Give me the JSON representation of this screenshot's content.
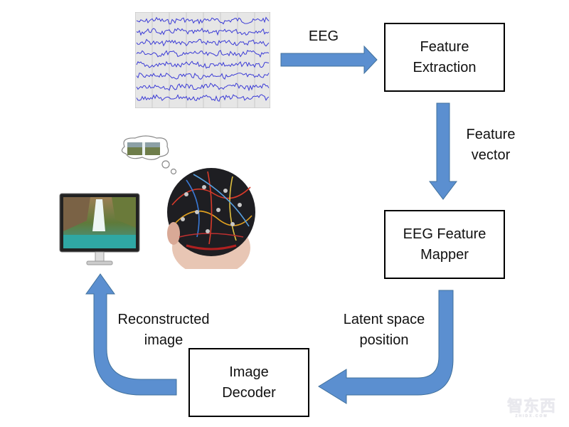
{
  "boxes": {
    "feature_extraction": "Feature\nExtraction",
    "eeg_feature_mapper": "EEG Feature\nMapper",
    "image_decoder": "Image\nDecoder"
  },
  "labels": {
    "eeg": "EEG",
    "feature_vector": "Feature\nvector",
    "latent_space_position": "Latent space\nposition",
    "reconstructed_image": "Reconstructed\nimage"
  },
  "colors": {
    "arrow": "#5b8fd0",
    "arrow_stroke": "#41719c",
    "box_border": "#000000",
    "eeg_trace": "#3b3bd6",
    "eeg_grid": "#c9c9c9"
  },
  "icons": {
    "eeg_signal": "eeg-waveform-icon",
    "monitor": "monitor-waterfall-icon",
    "head": "eeg-cap-head-icon",
    "thought": "thought-bubble-icon"
  },
  "watermark": {
    "text": "智东西",
    "subtext": "ZHIDX.COM"
  }
}
